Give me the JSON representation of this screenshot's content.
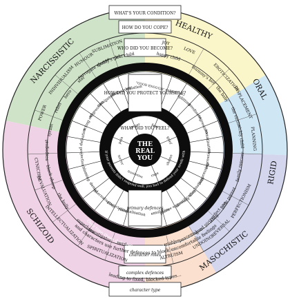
{
  "colors": {
    "narcissistic": "#cfe3c8",
    "healthy": "#fbf6c9",
    "oral": "#cfe6f5",
    "rigid": "#d4d6ee",
    "masochistic": "#fbe0cf",
    "schizoid": "#f0d2e6",
    "black": "#0d0d0d",
    "white": "#ffffff",
    "line": "#222222"
  },
  "center": {
    "line1": "THE",
    "line2": "REAL",
    "line3": "YOU"
  },
  "headings": {
    "condition": "WHAT'S YOUR CONDITION?",
    "cope": "HOW DO YOU COPE?",
    "become": "WHO DID YOU BECOME?",
    "protect": "HOW DID YOU PROTECT YOURSELF?",
    "feel": "WHAT DID YOU FEEL?",
    "primary": "primary defences",
    "character_roles": "character roles",
    "complex": "complex defences",
    "character_type": "character type"
  },
  "types": {
    "narcissistic": "NARCISSISTIC",
    "healthy": "HEALTHY",
    "oral": "ORAL",
    "rigid": "RIGID",
    "masochistic": "MASOCHISTIC",
    "schizoid": "SCHIZOID"
  },
  "conditions": {
    "sublimation": "SUBLIMATION",
    "humour": "HUMOUR",
    "individualism": "INDIVIDUALISM",
    "power": "POWER",
    "cynicism": "CYNICISM",
    "devaluation": "DEVALUATION",
    "intellectualization": "INTELLECTUALIZATION",
    "spiritualization": "SPIRITUALIZATION",
    "joy": "JOY",
    "love": "LOVE",
    "eroticization": "EROTICIZATION",
    "displacement": "DISPLACEMENT",
    "planning": "PLANNING",
    "perfectionism": "PERFECTIONISM",
    "reversal": "REVERSAL",
    "undoing": "UNDOING",
    "altruism": "ALTRUISM"
  },
  "roles": {
    "lost_child": "lost child",
    "daddys_girl": "daddy's girl",
    "surrogate_spouse": "surrogate spouse",
    "star": "star",
    "hero": "hero",
    "rebel": "rebel",
    "tyrant": "tyrant",
    "scapegoat": "scapegoat",
    "black_sheep": "black sheep",
    "the_bully": "the bully",
    "superhero": "superhero",
    "investigator": "investigator",
    "nerd": "nerd",
    "happy_child": "happy child",
    "mummys_boy": "mummy's boy",
    "the_baby": "the baby",
    "the_victim": "the victim",
    "sickly_child": "sickly child",
    "family_rescuer": "family rescuer",
    "little_parent": "little parent",
    "perfect_one": "perfect one",
    "good_girl_boy": "good girl/ boy",
    "peacemaker": "peacemaker",
    "enabler": "enabler"
  },
  "defences": {
    "isolation": "isolation",
    "fantasising": "fantasising",
    "omnipotence": "omnipotence",
    "aggression": "aggression",
    "acting_out": "acting out",
    "defeation": "defeation",
    "projection": "projection",
    "blaming": "blaming",
    "denial": "denial",
    "internalisation": "internalisation",
    "dissociation": "dissociation",
    "rationalisation": "rationalisation",
    "good_enough_parenting": "\"GOOD ENOUGH\" PARENTING",
    "splitting": "splitting",
    "neediness": "neediness",
    "regression": "regression",
    "somatization": "somatization",
    "repression": "repression",
    "suppression": "suppression",
    "idealisation": "idealisation",
    "identification": "identification",
    "passive_aggression": "passive aggression",
    "emulation": "emulation"
  },
  "feelings": {
    "anger": "anger",
    "pain": "pain",
    "terror": "terror",
    "frustration": "frustration",
    "rage": "rage",
    "shame": "shame",
    "grief": "grief",
    "fear": "fear"
  },
  "ring_texts": {
    "needs": "If your parents didn't respond well, you had to defend your needs with",
    "hardened": "Over time these defences may have hardened into character roles",
    "further": "and characters use further defences to block uncomfortable feelings",
    "fixed": "leading to fixed, blocked types..."
  }
}
